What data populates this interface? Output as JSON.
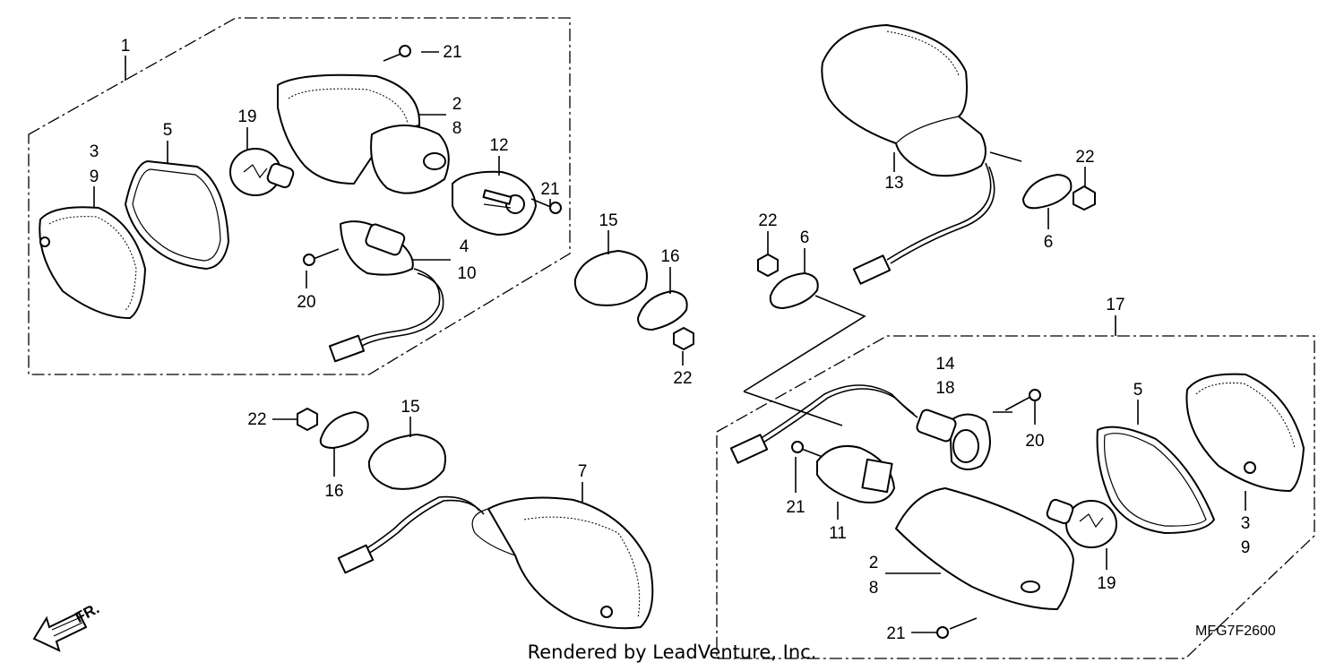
{
  "diagram": {
    "code": "MFG7F2600",
    "credit": "Rendered by LeadVenture, Inc.",
    "direction_label": "FR.",
    "callouts": [
      {
        "id": "c1",
        "text": "1"
      },
      {
        "id": "c21a",
        "text": "21"
      },
      {
        "id": "c2a",
        "text": "2"
      },
      {
        "id": "c8a",
        "text": "8"
      },
      {
        "id": "c19a",
        "text": "19"
      },
      {
        "id": "c5a",
        "text": "5"
      },
      {
        "id": "c3a",
        "text": "3"
      },
      {
        "id": "c9a",
        "text": "9"
      },
      {
        "id": "c12",
        "text": "12"
      },
      {
        "id": "c21b",
        "text": "21"
      },
      {
        "id": "c4",
        "text": "4"
      },
      {
        "id": "c10",
        "text": "10"
      },
      {
        "id": "c20a",
        "text": "20"
      },
      {
        "id": "c15a",
        "text": "15"
      },
      {
        "id": "c16a",
        "text": "16"
      },
      {
        "id": "c22a",
        "text": "22"
      },
      {
        "id": "c22b",
        "text": "22"
      },
      {
        "id": "c6a",
        "text": "6"
      },
      {
        "id": "c13",
        "text": "13"
      },
      {
        "id": "c22c",
        "text": "22"
      },
      {
        "id": "c6b",
        "text": "6"
      },
      {
        "id": "c17",
        "text": "17"
      },
      {
        "id": "c14",
        "text": "14"
      },
      {
        "id": "c18",
        "text": "18"
      },
      {
        "id": "c20b",
        "text": "20"
      },
      {
        "id": "c5b",
        "text": "5"
      },
      {
        "id": "c21c",
        "text": "21"
      },
      {
        "id": "c11",
        "text": "11"
      },
      {
        "id": "c3b",
        "text": "3"
      },
      {
        "id": "c9b",
        "text": "9"
      },
      {
        "id": "c2b",
        "text": "2"
      },
      {
        "id": "c8b",
        "text": "8"
      },
      {
        "id": "c19b",
        "text": "19"
      },
      {
        "id": "c21d",
        "text": "21"
      },
      {
        "id": "c22d",
        "text": "22"
      },
      {
        "id": "c15b",
        "text": "15"
      },
      {
        "id": "c16b",
        "text": "16"
      },
      {
        "id": "c7",
        "text": "7"
      }
    ]
  }
}
